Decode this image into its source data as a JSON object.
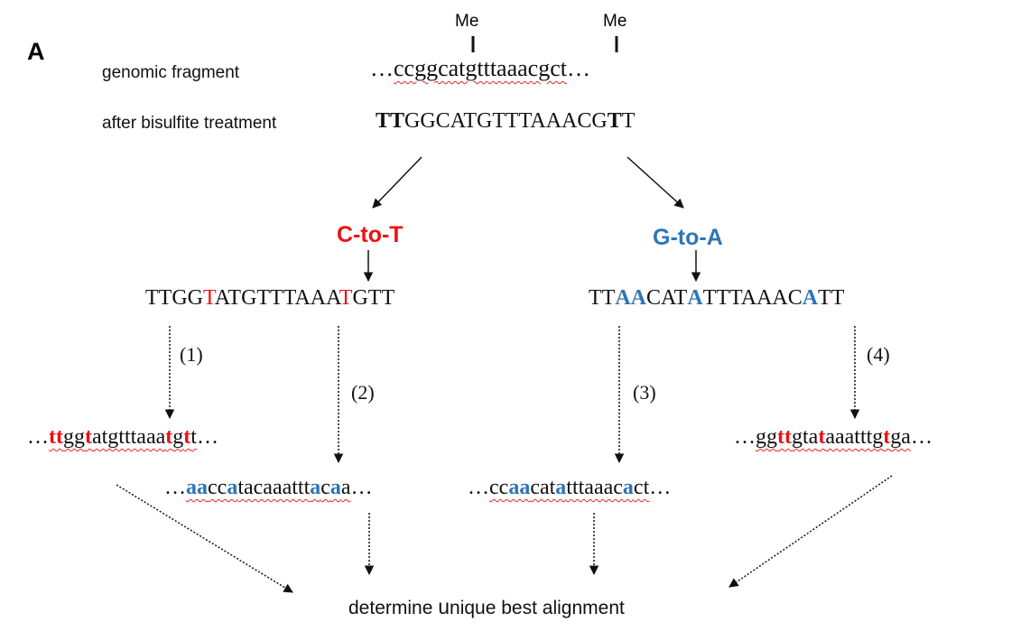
{
  "panel_label": "A",
  "labels": {
    "genomic": "genomic fragment",
    "bisulfite": "after bisulfite treatment"
  },
  "methyl_marks": [
    "Me",
    "Me"
  ],
  "genomic_seq": {
    "prefix": "…",
    "seq": "ccggcatgtttaaacgct",
    "suffix": "…"
  },
  "bisulfite_seq": {
    "bold_start": "TT",
    "mid": "GGCATGTTTAAACG",
    "bold_t": "T",
    "end": "T"
  },
  "conversions": {
    "c_to_t": {
      "label": "C-to-T",
      "color": "#ee1111"
    },
    "g_to_a": {
      "label": "G-to-A",
      "color": "#2e75b6"
    }
  },
  "ct_seq": {
    "p1": "TTGG",
    "h1": "T",
    "p2": "ATGTTTAAA",
    "h2": "T",
    "p3": "GTT"
  },
  "ga_seq": {
    "p1": "TT",
    "h1": "AA",
    "p2": "CAT",
    "h2": "A",
    "p3": "TTTAAAC",
    "h3": "A",
    "p4": "TT"
  },
  "steps": [
    "(1)",
    "(2)",
    "(3)",
    "(4)"
  ],
  "ref1": {
    "pre": "…",
    "h1": "tt",
    "p1": "gg",
    "h2": "t",
    "p2": "atgtttaaa",
    "h3": "t",
    "p3": "g",
    "h4": "t",
    "p4": "t",
    "post": "…"
  },
  "ref2": {
    "pre": "…",
    "h1": "aa",
    "p1": "cc",
    "h2": "a",
    "p2": "tacaaattt",
    "h3": "a",
    "p3": "c",
    "h4": "a",
    "p4": "a",
    "post": "…"
  },
  "ref3": {
    "pre": "…",
    "p0": "cc",
    "h1": "aa",
    "p1": "cat",
    "h2": "a",
    "p2": "tttaaac",
    "h3": "a",
    "p3": "ct",
    "post": "…"
  },
  "ref4": {
    "pre": "…",
    "p0": "gg",
    "h1": "tt",
    "p1": "gta",
    "h2": "t",
    "p2": "aaatttg",
    "h3": "t",
    "p3": "ga",
    "post": "…"
  },
  "result": {
    "w1": "determine",
    "u": "u",
    "rest": "nique best alignment"
  }
}
